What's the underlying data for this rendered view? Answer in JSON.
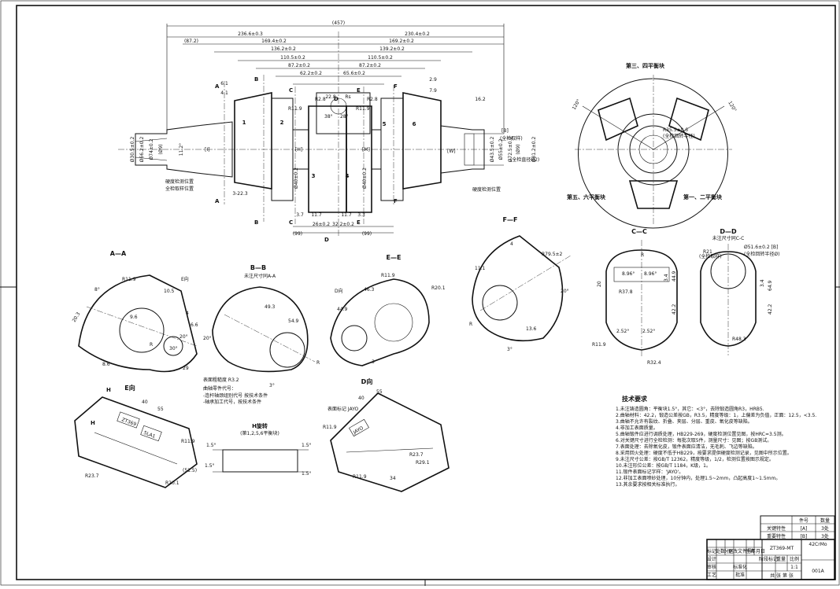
{
  "front_view": {
    "dims_top": [
      "(457)",
      "236.6±0.3",
      "169.4±0.2",
      "136.2±0.2",
      "110.5±0.2",
      "87.2±0.2",
      "62.2±0.2",
      "(87.2)",
      "230.4±0.2",
      "169.2±0.2",
      "139.2±0.2",
      "110.5±0.2",
      "87.2±0.2",
      "65.6±0.2",
      "6.1",
      "4.1",
      "2.9",
      "7.9",
      "16.2",
      "22.8",
      "Rs"
    ],
    "dims_vertical_left": [
      "Ø30.5±0.2",
      "Ø66.2±0.2",
      "Ø74±0.2",
      "(Ø9)",
      "11.2°"
    ],
    "dims_vertical_right": [
      "Ø43.5±0.2",
      "Ø55±0.2",
      "Ø72.5±0.2",
      "(Ø9)",
      "Ø81.2±0.2"
    ],
    "dims_bottom": [
      "3-22.3",
      "11.7",
      "11.7",
      "3.3",
      "3.7",
      "26±0.2",
      "32.2±0.2",
      "(99)",
      "(99)"
    ],
    "cylinder_numbers": [
      "1",
      "2",
      "3",
      "4",
      "5",
      "6"
    ],
    "section_marks": [
      "A",
      "A",
      "B",
      "B",
      "C",
      "C",
      "D",
      "D",
      "E",
      "E",
      "F",
      "F"
    ],
    "notes": [
      "硬度检测位置",
      "全检取样位置",
      "硬度检测位置"
    ],
    "datums": [
      "[I]",
      "[H]",
      "[M]",
      "[W]",
      "[B]",
      "(全检取样)",
      "(全检直径Ø2)"
    ],
    "small": [
      "R11.9",
      "R11.9",
      "R2.8",
      "R2.8",
      "Ø40±0.2",
      "Ø40±0.2",
      "38°",
      "28°"
    ]
  },
  "end_view": {
    "labels": [
      "第三、四平衡块",
      "第五、六平衡块",
      "第一、二平衡块"
    ],
    "dims": [
      "R35.5±0.6",
      "(全检回转半径)",
      "120°",
      "120°"
    ]
  },
  "sections": {
    "aa": {
      "title": "A—A",
      "dims": [
        "R11.9",
        "E向",
        "10.5",
        "6.6",
        "30°",
        "20°",
        "8.6",
        "20.3",
        "8°",
        "9.6",
        "29",
        "R",
        "4"
      ]
    },
    "bb": {
      "title": "B—B",
      "subtitle": "未注尺寸同A-A",
      "dims": [
        "20°",
        "R",
        "3°",
        "49.3",
        "54.9"
      ]
    },
    "ee": {
      "title": "E—E",
      "dims": [
        "R11.9",
        "D向",
        "R20.1",
        "44.9",
        "46.3",
        "3"
      ]
    },
    "ff": {
      "title": "F—F",
      "dims": [
        "11.1",
        "R79.5±2",
        "R",
        "3°",
        "20°",
        "13.6",
        "4"
      ]
    },
    "cc": {
      "title": "C—C",
      "dims": [
        "R",
        "8.96°",
        "8.96°",
        "R37.8",
        "2.52°",
        "2.52°",
        "R11.9",
        "R32.4",
        "20",
        "44.9",
        "3.4",
        "42.2"
      ]
    },
    "dd": {
      "title": "D—D",
      "subtitle": "未注尺寸同C-C",
      "dims": [
        "R21",
        "(全检取样)",
        "Ø51.6±0.2 [B]",
        "(全检回转半径Ø)",
        "R48.3",
        "64.9",
        "42.2",
        "3.4"
      ]
    }
  },
  "views": {
    "e_view": {
      "title": "E向",
      "dims": [
        "H",
        "H",
        "R11.9",
        "R23.7",
        "40",
        "55",
        "(51.5)",
        "R20.1"
      ],
      "stamps": [
        "ZT369",
        "5LA1"
      ],
      "notes": [
        "表面粗糙度 R3.2",
        "曲轴零件代号：",
        "-连杆轴颈组别代号 按技术条件",
        "-轴承加工代号，按技术条件"
      ]
    },
    "d_view": {
      "title": "D向",
      "dims": [
        "R11.9",
        "R11.9",
        "R23.7",
        "R29.1",
        "40",
        "55",
        "34"
      ],
      "stamps": [
        "JAYO"
      ],
      "notes": [
        "表面标记 JAYO"
      ]
    },
    "h_rot": {
      "title": "H旋转",
      "subtitle": "(第1,2,5,6平衡块)",
      "dims": [
        "1.5°",
        "1.5°",
        "1.5°",
        "1.5°"
      ]
    }
  },
  "tech": {
    "title": "技术要求",
    "lines": [
      "1.未注铸造圆角：平衡块1.5°，其它：<3°，去除锻造圆角R3，HRB5.",
      "2.曲轴材料：42.2，锻造公差按GB，R3.5，精度等级：1，上偏差为负值，正面：12.5，<3.5.",
      "3.曲轴不允许有裂纹、折叠、夹层、分层、重皮、氧化皮等缺陷。",
      "4.非加工表面质量。",
      "5.曲轴锻件应进行调质处理，HB229-269，硬度检测位置见图，按HRC=3.5测。",
      "6.对关键尺寸进行全检检测：每批次取5件，测量尺寸：见图；按GB测试。",
      "7.表面处理：去除氧化皮，锻件表面应清洁，无毛刺、飞边等缺陷。",
      "8.采用回火处理：硬度不低于HB229，按要求提供硬度检测记录，见图中所示位置。",
      "9.未注尺寸公差：按GB/T 12362，精度等级，1/2，检测位置按图示规定。",
      "10.未注形位公差：按GB/T 1184，K级，1。",
      "11.锻件表面标记字样：'JAYO'。",
      "12.非加工表面喷砂处理，10分钟内，处理1.5~2mm，凸起高度1~1.5mm。",
      "13.其余要求按相关标准执行。"
    ]
  },
  "title_block": {
    "hdr_left": "",
    "hdr_no": "件号",
    "hdr_count": "数量",
    "row1_name": "关键特性",
    "row1_code": "[A]",
    "row1_qty": "3处",
    "row2_name": "重要特性",
    "row2_code": "[B]",
    "row2_qty": "3处",
    "part_code": "ZT369-MT",
    "material": "42CrMo",
    "drawing_no": "001A",
    "rev_headers": [
      "标记",
      "处数",
      "分区",
      "更改文件号",
      "签名",
      "年月日"
    ],
    "sign_rows": [
      "设计",
      "审核",
      "工艺",
      "标准化",
      "批准"
    ],
    "stage": "阶段标记",
    "weight": "重量",
    "scale": "比例",
    "scale_val": "1:1",
    "sheet": "共 张 第 张"
  }
}
